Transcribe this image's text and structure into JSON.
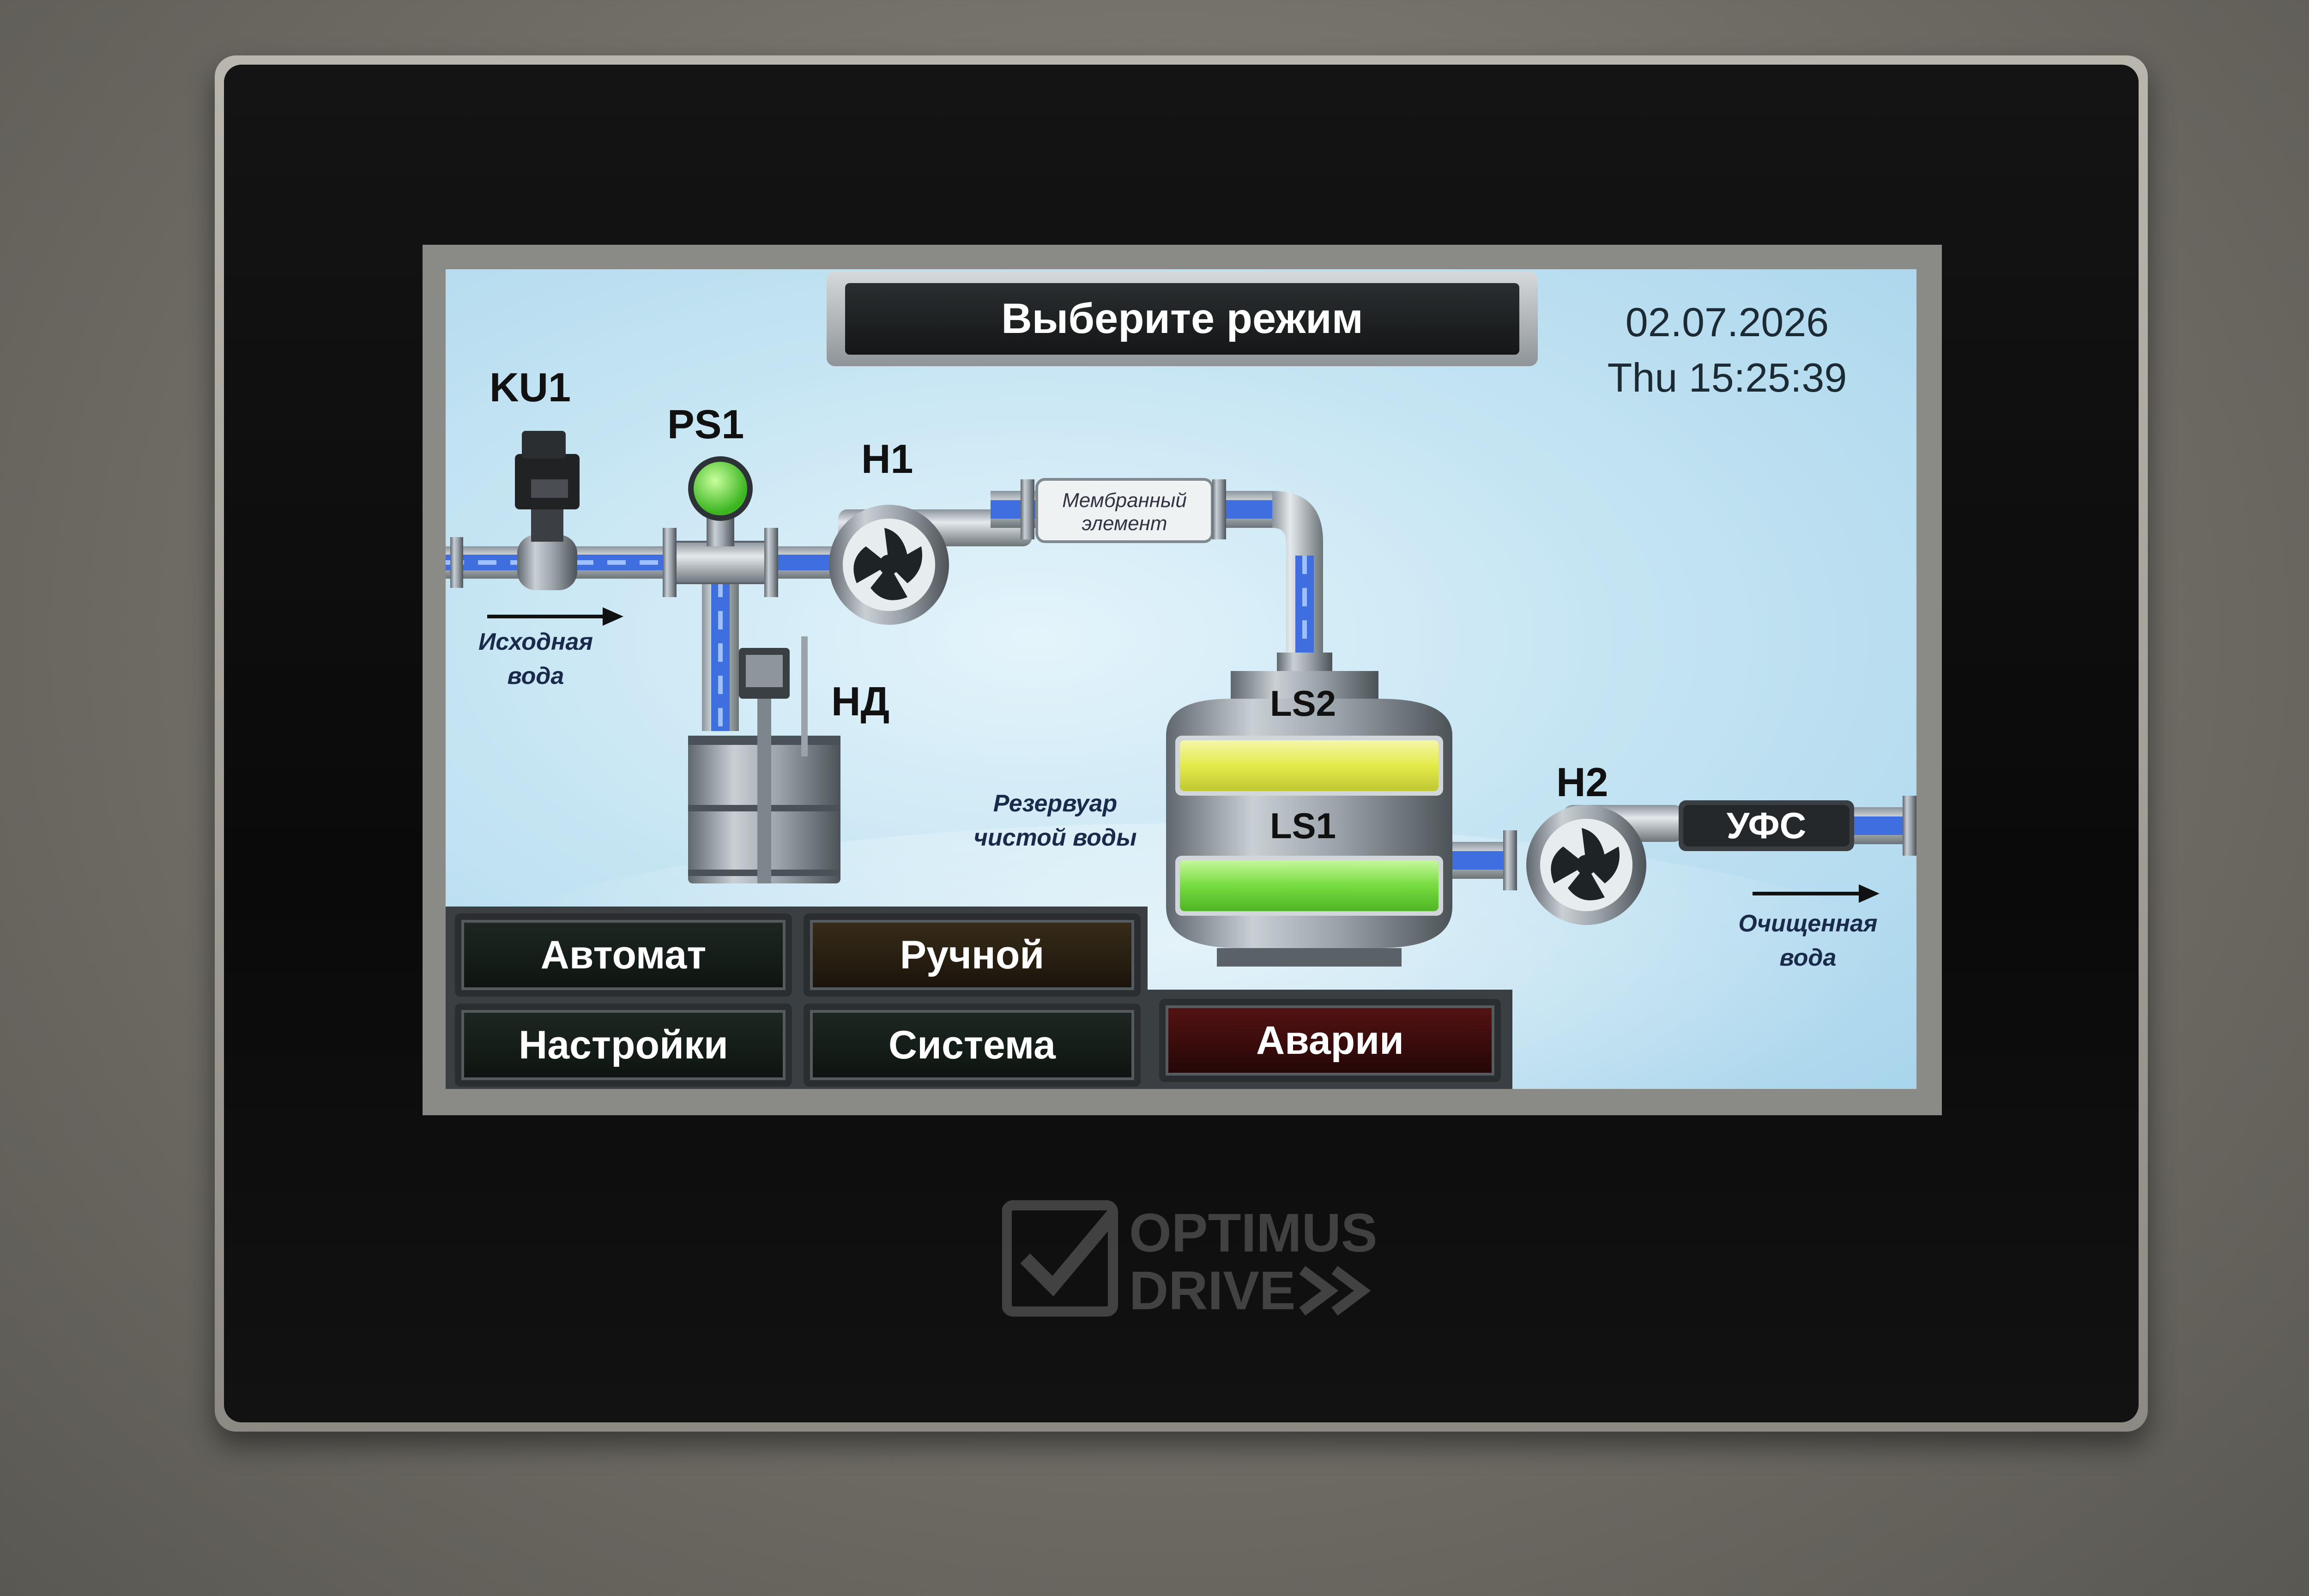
{
  "header": {
    "title": "Выберите режим",
    "date": "02.07.2026",
    "time": "Thu 15:25:39"
  },
  "equipment": {
    "ku1": "KU1",
    "ps1": "PS1",
    "h1": "Н1",
    "nd": "НД",
    "ls2": "LS2",
    "ls1": "LS1",
    "h2": "Н2",
    "ufs": "УФС",
    "membrane_line1": "Мембранный",
    "membrane_line2": "элемент"
  },
  "notes": {
    "source_water_line1": "Исходная",
    "source_water_line2": "вода",
    "reservoir_line1": "Резервуар",
    "reservoir_line2": "чистой воды",
    "clean_water_line1": "Очищенная",
    "clean_water_line2": "вода"
  },
  "buttons": {
    "auto": "Автомат",
    "manual": "Ручной",
    "settings": "Настройки",
    "system": "Система",
    "alarms": "Аварии"
  },
  "status": {
    "ps1_indicator": "#4fd23a",
    "ls2_level": "#e8ee58",
    "ls1_level": "#7fe04a"
  },
  "brand": {
    "line1": "OPTIMUS",
    "line2": "DRIVE"
  },
  "icons": {
    "pump": "fan-icon",
    "arrow": "arrow-right-icon",
    "brand_mark": "checkmark-icon"
  }
}
